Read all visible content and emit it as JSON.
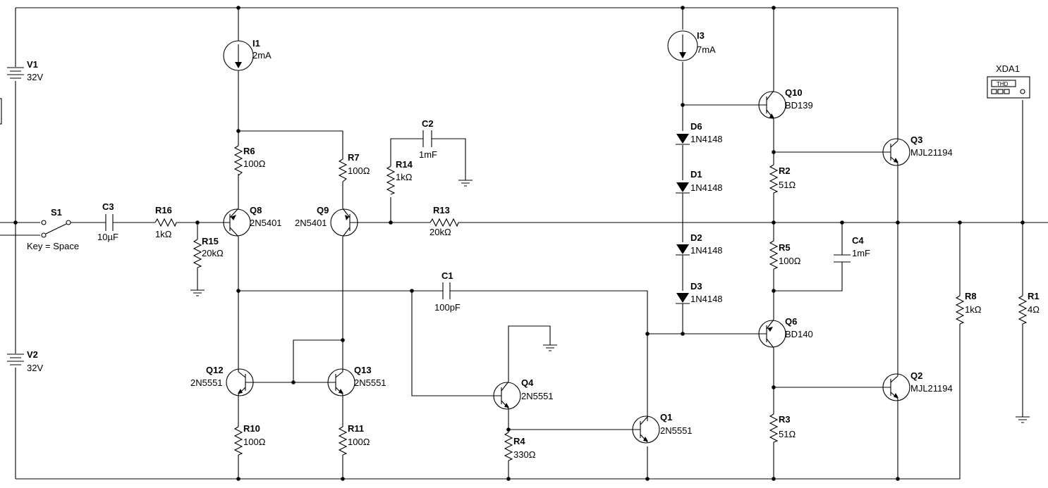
{
  "components": {
    "V1": {
      "ref": "V1",
      "value": "32V"
    },
    "V2": {
      "ref": "V2",
      "value": "32V"
    },
    "I1": {
      "ref": "I1",
      "value": "2mA"
    },
    "I3": {
      "ref": "I3",
      "value": "7mA"
    },
    "S1": {
      "ref": "S1",
      "value": "Key = Space"
    },
    "C3": {
      "ref": "C3",
      "value": "10µF"
    },
    "R16": {
      "ref": "R16",
      "value": "1kΩ"
    },
    "R15": {
      "ref": "R15",
      "value": "20kΩ"
    },
    "R6": {
      "ref": "R6",
      "value": "100Ω"
    },
    "R7": {
      "ref": "R7",
      "value": "100Ω"
    },
    "Q8": {
      "ref": "Q8",
      "value": "2N5401"
    },
    "Q9": {
      "ref": "Q9",
      "value": "2N5401"
    },
    "C2": {
      "ref": "C2",
      "value": "1mF"
    },
    "R14": {
      "ref": "R14",
      "value": "1kΩ"
    },
    "R13": {
      "ref": "R13",
      "value": "20kΩ"
    },
    "C1": {
      "ref": "C1",
      "value": "100pF"
    },
    "Q12": {
      "ref": "Q12",
      "value": "2N5551"
    },
    "Q13": {
      "ref": "Q13",
      "value": "2N5551"
    },
    "R10": {
      "ref": "R10",
      "value": "100Ω"
    },
    "R11": {
      "ref": "R11",
      "value": "100Ω"
    },
    "Q4": {
      "ref": "Q4",
      "value": "2N5551"
    },
    "R4": {
      "ref": "R4",
      "value": "330Ω"
    },
    "Q1": {
      "ref": "Q1",
      "value": "2N5551"
    },
    "D6": {
      "ref": "D6",
      "value": "1N4148"
    },
    "D1": {
      "ref": "D1",
      "value": "1N4148"
    },
    "D2": {
      "ref": "D2",
      "value": "1N4148"
    },
    "D3": {
      "ref": "D3",
      "value": "1N4148"
    },
    "Q10": {
      "ref": "Q10",
      "value": "BD139"
    },
    "Q6": {
      "ref": "Q6",
      "value": "BD140"
    },
    "R2": {
      "ref": "R2",
      "value": "51Ω"
    },
    "R5": {
      "ref": "R5",
      "value": "100Ω"
    },
    "R3": {
      "ref": "R3",
      "value": "51Ω"
    },
    "C4": {
      "ref": "C4",
      "value": "1mF"
    },
    "Q3": {
      "ref": "Q3",
      "value": "MJL21194"
    },
    "Q2": {
      "ref": "Q2",
      "value": "MJL21194"
    },
    "R8": {
      "ref": "R8",
      "value": "1kΩ"
    },
    "R1": {
      "ref": "R1",
      "value": "4Ω"
    }
  },
  "instrument": {
    "ref": "XDA1",
    "display": "THD"
  }
}
